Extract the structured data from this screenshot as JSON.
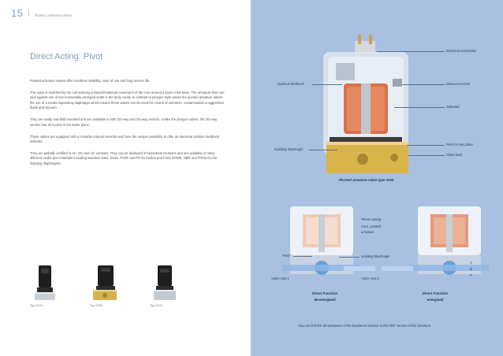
{
  "header": {
    "page_number": "15",
    "breadcrumb": "Bürkert | Solenoid Valves"
  },
  "title": "Direct Acting: Pivot",
  "paragraphs": [
    "Pivoted armature valves offer excellent reliability, ease of use and long service life.",
    "The valve is switched by the coil inducing a lateral/rotational movement of the core around a pivot in the base. The armature thus can seal against one of two horizontally arranged seats in the body cavity. In contrast to plunger style valves the pivoted armature allows the use of a media separating diaphragm which means these valves can be used for control of corrosive, contaminated or aggressive fluids and vacuum.",
    "They are easily manifold mounted and are available in both 2/2-way and 3/2-way version. Unlike the plunger valves, the 3/2-way version has all 3 ports in the same plane.",
    "These valves are equipped with a lockable manual override and have the unique possibility to offer an electrical position feedback indicator.",
    "They are globally certified in AC, DC and UC versions. They can be deployed in hazardous locations and are available in many different media port materials including stainless steel, brass, PVDF and PP for bodies and FKM, EPDM, NBR and FFKM for the isolating diaphragms."
  ],
  "products": [
    {
      "caption": "Typ 0124"
    },
    {
      "caption": "Typ 0330"
    },
    {
      "caption": "Typ 0121"
    }
  ],
  "diagram_top": {
    "labels": {
      "electrical_connection": "Electrical connection",
      "optional_feedback": "Optional feedback",
      "manual_override": "Manual override",
      "solenoid": "Solenoid",
      "isolating_diaphragm": "Isolating diaphragm",
      "ports_in_one_plane": "Ports in one plane",
      "valve_body": "Valve body"
    },
    "caption": "Pivoted armature valve type 0330"
  },
  "diagram_bottom": {
    "labels": {
      "return_spring": "Return spring",
      "core_pivoted": "Core, pivoted",
      "armature": "armature",
      "pivot": "Pivot",
      "isolating_diaphragm": "Isolating diaphragm",
      "valve_seat_1": "Valve seat 1",
      "valve_seat_2": "Valve seat 2",
      "port_a": "A",
      "port_b": "B",
      "port_p": "P"
    },
    "left_caption_1": "Direct Function",
    "left_caption_2": "de-energized",
    "right_caption_1": "Direct Function",
    "right_caption_2": "energized"
  },
  "footnote": "You can find the 3D-animation of the functional scheme in the PDF version of this brochure.",
  "colors": {
    "accent_blue": "#7fa1c8",
    "panel_bg": "#a9c0e0",
    "coil_orange": "#d9724a",
    "body_gold": "#d9b44a"
  }
}
